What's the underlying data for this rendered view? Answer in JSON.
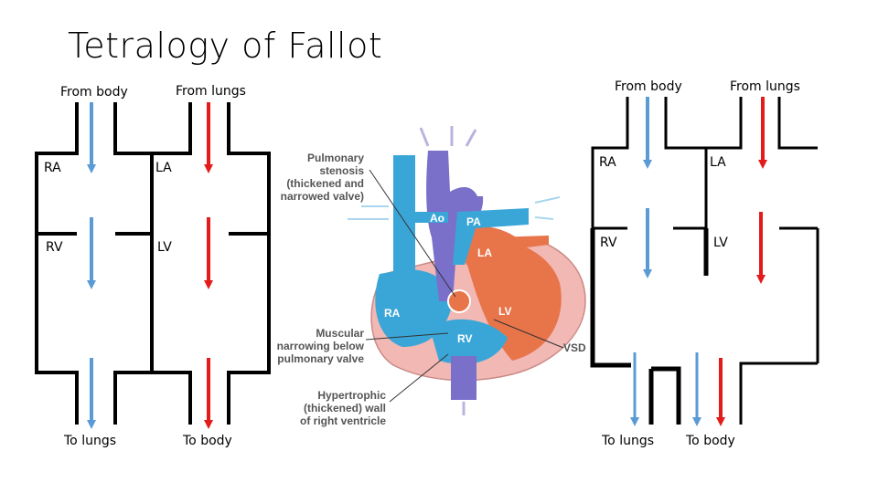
{
  "title": "Tetralogy of Fallot",
  "left_diagram": {
    "from_body": "From body",
    "from_lungs": "From lungs",
    "ra": "RA",
    "la": "LA",
    "rv": "RV",
    "lv": "LV",
    "to_lungs": "To lungs",
    "to_body": "To body"
  },
  "right_diagram": {
    "from_body": "From body",
    "from_lungs": "From lungs",
    "ra": "RA",
    "la": "LA",
    "rv": "RV",
    "lv": "LV",
    "to_lungs": "To lungs",
    "to_body": "To body"
  },
  "heart_illustration": {
    "annotations": {
      "pulmonary_stenosis": "Pulmonary\nstenosis\n(thickened and\nnarrowed valve)",
      "muscular_narrowing": "Muscular\nnarrowing below\npulmonary valve",
      "hypertrophic": "Hypertrophic\n(thickened) wall\nof right ventricle",
      "vsd": "VSD"
    },
    "chambers": {
      "ao": "Ao",
      "pa": "PA",
      "la": "LA",
      "ra": "RA",
      "lv": "LV",
      "rv": "RV"
    }
  },
  "colors": {
    "deoxygenated": "#5b9bd5",
    "oxygenated": "#e31b1b",
    "heart_blue": "#3aa6d8",
    "heart_red": "#e8744a",
    "aorta_purple": "#7a6fc9"
  }
}
